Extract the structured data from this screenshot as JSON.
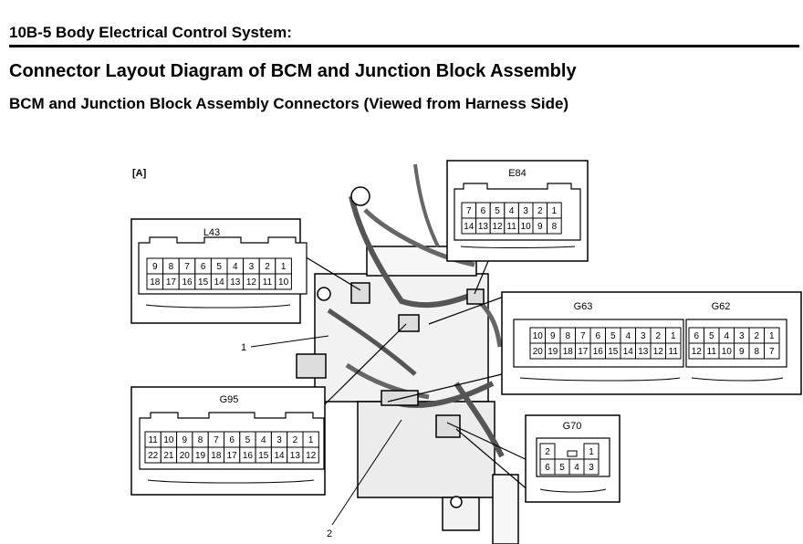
{
  "header": {
    "section": "10B-5  Body Electrical Control System:"
  },
  "title": "Connector Layout Diagram of BCM and Junction Block Assembly",
  "subtitle": "BCM and Junction Block Assembly Connectors (Viewed from Harness Side)",
  "view_label": "[A]",
  "callouts": [
    "1",
    "2"
  ],
  "connectors": {
    "E84": {
      "name": "E84",
      "rows": [
        [
          "7",
          "6",
          "5",
          "4",
          "3",
          "2",
          "1"
        ],
        [
          "14",
          "13",
          "12",
          "11",
          "10",
          "9",
          "8"
        ]
      ]
    },
    "L43": {
      "name": "L43",
      "rows": [
        [
          "9",
          "8",
          "7",
          "6",
          "5",
          "4",
          "3",
          "2",
          "1"
        ],
        [
          "18",
          "17",
          "16",
          "15",
          "14",
          "13",
          "12",
          "11",
          "10"
        ]
      ]
    },
    "G63": {
      "name": "G63",
      "rows": [
        [
          "10",
          "9",
          "8",
          "7",
          "6",
          "5",
          "4",
          "3",
          "2",
          "1"
        ],
        [
          "20",
          "19",
          "18",
          "17",
          "16",
          "15",
          "14",
          "13",
          "12",
          "11"
        ]
      ]
    },
    "G62": {
      "name": "G62",
      "rows": [
        [
          "6",
          "5",
          "4",
          "3",
          "2",
          "1"
        ],
        [
          "12",
          "11",
          "10",
          "9",
          "8",
          "7"
        ]
      ]
    },
    "G95": {
      "name": "G95",
      "rows": [
        [
          "11",
          "10",
          "9",
          "8",
          "7",
          "6",
          "5",
          "4",
          "3",
          "2",
          "1"
        ],
        [
          "22",
          "21",
          "20",
          "19",
          "18",
          "17",
          "16",
          "15",
          "14",
          "13",
          "12"
        ]
      ]
    },
    "G70": {
      "name": "G70",
      "rows": [
        [
          "2",
          "1"
        ],
        [
          "6",
          "5",
          "4",
          "3"
        ]
      ]
    }
  }
}
